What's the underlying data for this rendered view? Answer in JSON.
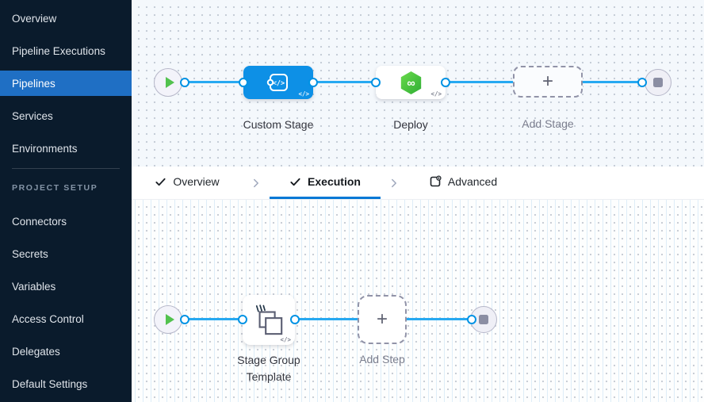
{
  "sidebar": {
    "items": [
      "Overview",
      "Pipeline Executions",
      "Pipelines",
      "Services",
      "Environments"
    ],
    "active_item": "Pipelines",
    "section_label": "PROJECT SETUP",
    "setup_items": [
      "Connectors",
      "Secrets",
      "Variables",
      "Access Control",
      "Delegates",
      "Default Settings"
    ]
  },
  "tabs": {
    "items": [
      {
        "label": "Overview",
        "icon": "check-icon",
        "active": false
      },
      {
        "label": "Execution",
        "icon": "check-icon",
        "active": true
      },
      {
        "label": "Advanced",
        "icon": "advanced-icon",
        "active": false
      }
    ]
  },
  "stage_pipeline": {
    "nodes": [
      {
        "type": "start",
        "icon": "play-icon"
      },
      {
        "type": "stage",
        "label": "Custom Stage",
        "icon": "custom-stage-icon"
      },
      {
        "type": "stage",
        "label": "Deploy",
        "icon": "cd-hexagon-icon"
      },
      {
        "type": "add",
        "label": "Add Stage",
        "icon": "plus-icon"
      },
      {
        "type": "end",
        "icon": "stop-icon"
      }
    ]
  },
  "execution_pipeline": {
    "nodes": [
      {
        "type": "start",
        "icon": "play-icon"
      },
      {
        "type": "step",
        "label": "Stage Group Template",
        "icon": "stage-group-icon"
      },
      {
        "type": "add",
        "label": "Add Step",
        "icon": "plus-icon"
      },
      {
        "type": "end",
        "icon": "stop-icon"
      }
    ]
  },
  "glyphs": {
    "plus": "+",
    "code": "</>",
    "infinity": "∞"
  },
  "colors": {
    "sidebar_bg": "#0a1b2c",
    "sidebar_active": "#1f6fc4",
    "accent_blue": "#0278d5",
    "node_blue": "#0d90e6",
    "line_blue": "#27a9f1",
    "port_blue": "#0092e4",
    "play_green": "#52c24e",
    "cd_green": "#42c73c"
  }
}
